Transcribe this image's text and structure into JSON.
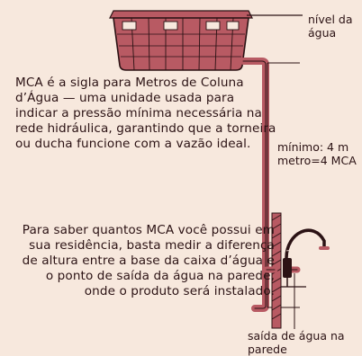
{
  "title_text": "MCA é a sigla para Metros de Coluna d’Água — uma unidade usada para indicar a pressão mínima necessária na rede hidráulica, garantindo que a torneira ou ducha funcione com a vazão ideal.",
  "instructions": "Para saber quantos MCA você possui em sua residência, basta medir a diferença de altura entre a base da caixa d’água e o ponto de saída da água na parede, onde o produto será instalado.",
  "labels": {
    "water_level": "nível da água",
    "minimum": "mínimo: 4 m metro=4 MCA",
    "outlet": "saída de água na parede"
  },
  "colors": {
    "background": "#f7e8dd",
    "accent": "#b85a63",
    "dark": "#2b1214"
  },
  "icons": {
    "tank": "water-tank-icon",
    "pipe": "water-pipe-icon",
    "faucet": "wall-faucet-icon"
  }
}
